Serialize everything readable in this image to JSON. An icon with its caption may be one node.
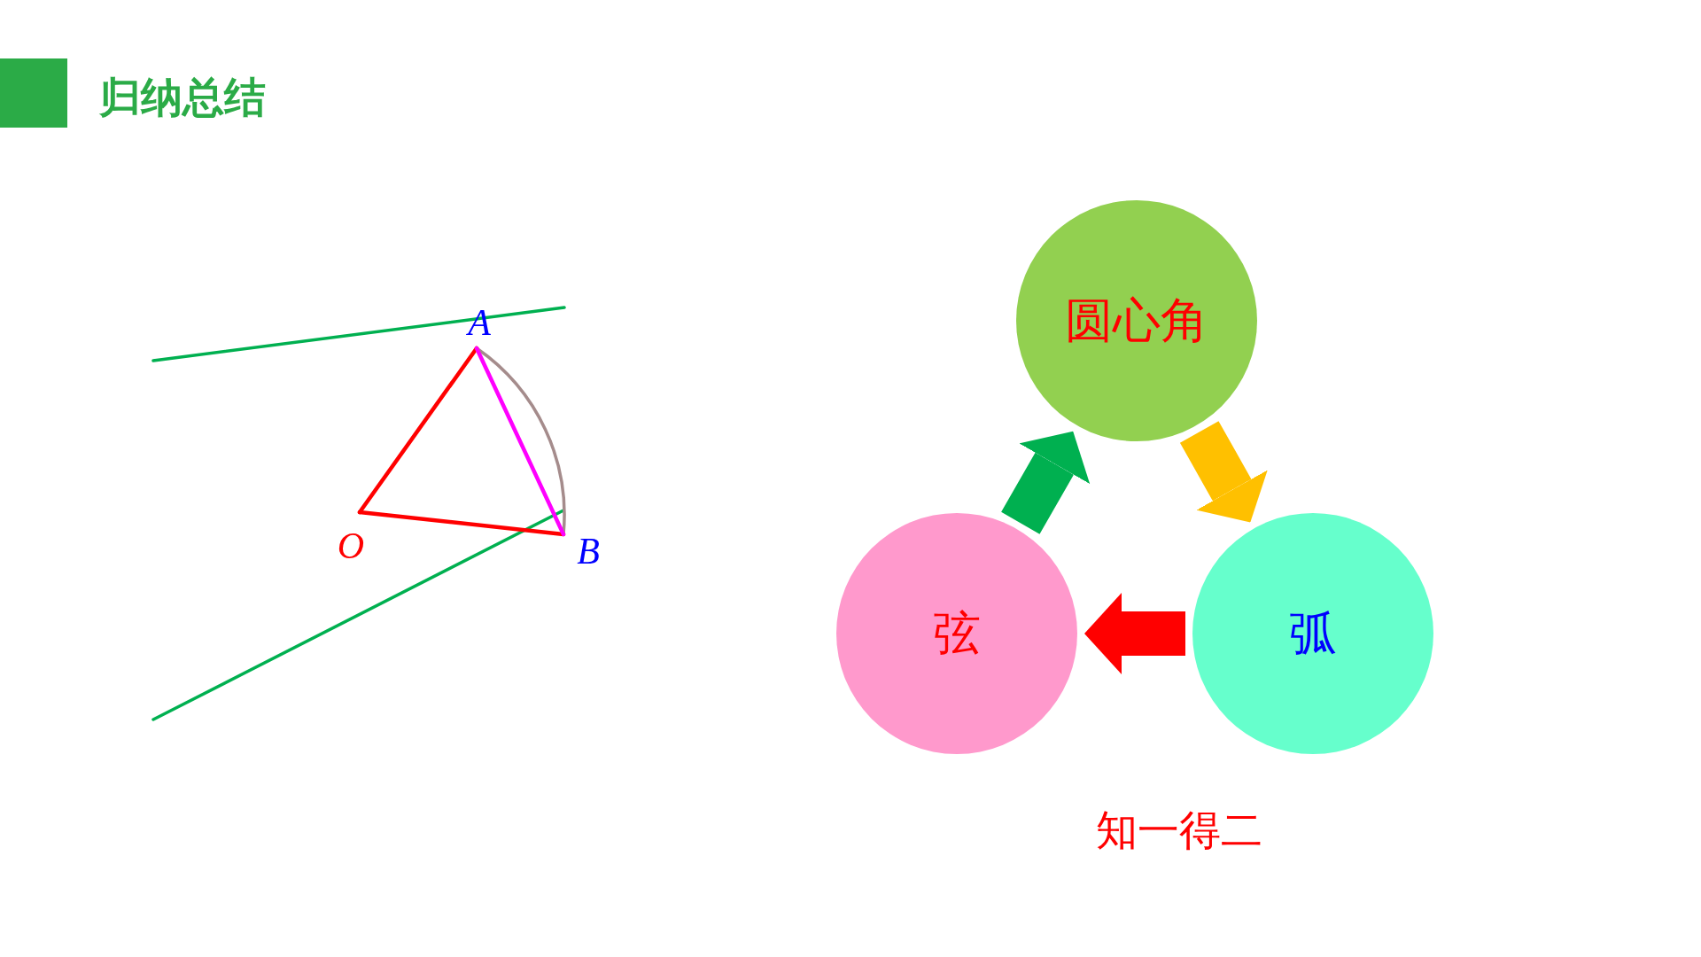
{
  "diagram": {
    "title": "归纳总结",
    "nodes": [
      {
        "text": [
          "圆心角"
        ]
      },
      {
        "text": [
          "弦"
        ]
      },
      {
        "text": [
          "弧"
        ]
      }
    ],
    "edges": [
      {
        "from": 0,
        "to": 2,
        "arrow": "to",
        "color": "#ffc000"
      },
      {
        "from": 2,
        "to": 1,
        "arrow": "to",
        "color": "#ff0000"
      },
      {
        "from": 1,
        "to": 0,
        "arrow": "to",
        "color": "#00b050"
      }
    ],
    "labels": [
      "A",
      "O",
      "B",
      "知一得二"
    ]
  }
}
